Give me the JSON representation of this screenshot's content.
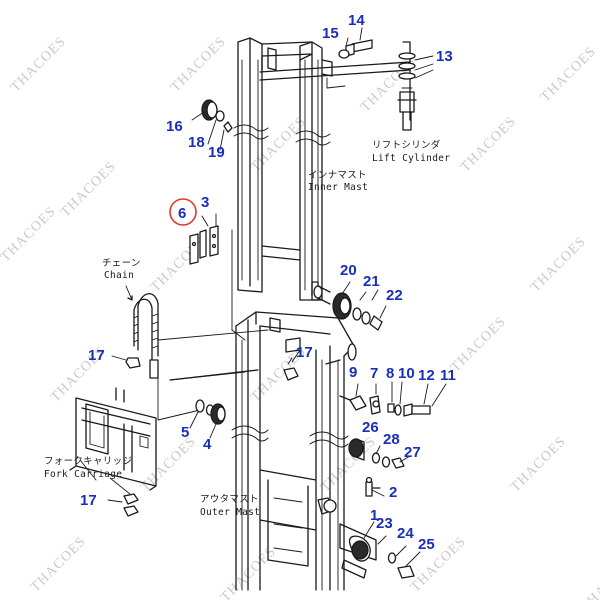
{
  "watermark": "THACOES",
  "highlight_color": "#e03a2a",
  "number_color": "#1a2fb8",
  "labels": {
    "lift_cylinder_jp": "リフトシリンダ",
    "lift_cylinder_en": "Lift Cylinder",
    "inner_mast_jp": "インナマスト",
    "inner_mast_en": "Inner Mast",
    "chain_jp": "チェーン",
    "chain_en": "Chain",
    "fork_carriage_jp": "フォークキャリッジ",
    "fork_carriage_en": "Fork Carriage",
    "outer_mast_jp": "アウタマスト",
    "outer_mast_en": "Outer Mast"
  },
  "callouts": {
    "c1": "1",
    "c2": "2",
    "c3": "3",
    "c4": "4",
    "c5": "5",
    "c6": "6",
    "c7": "7",
    "c8": "8",
    "c9": "9",
    "c10": "10",
    "c11": "11",
    "c12": "12",
    "c13": "13",
    "c14": "14",
    "c15": "15",
    "c16": "16",
    "c17a": "17",
    "c17b": "17",
    "c17c": "17",
    "c18": "18",
    "c19": "19",
    "c20": "20",
    "c21": "21",
    "c22": "22",
    "c23": "23",
    "c24": "24",
    "c25": "25",
    "c26": "26",
    "c27": "27",
    "c28": "28"
  },
  "highlighted_part": "6"
}
